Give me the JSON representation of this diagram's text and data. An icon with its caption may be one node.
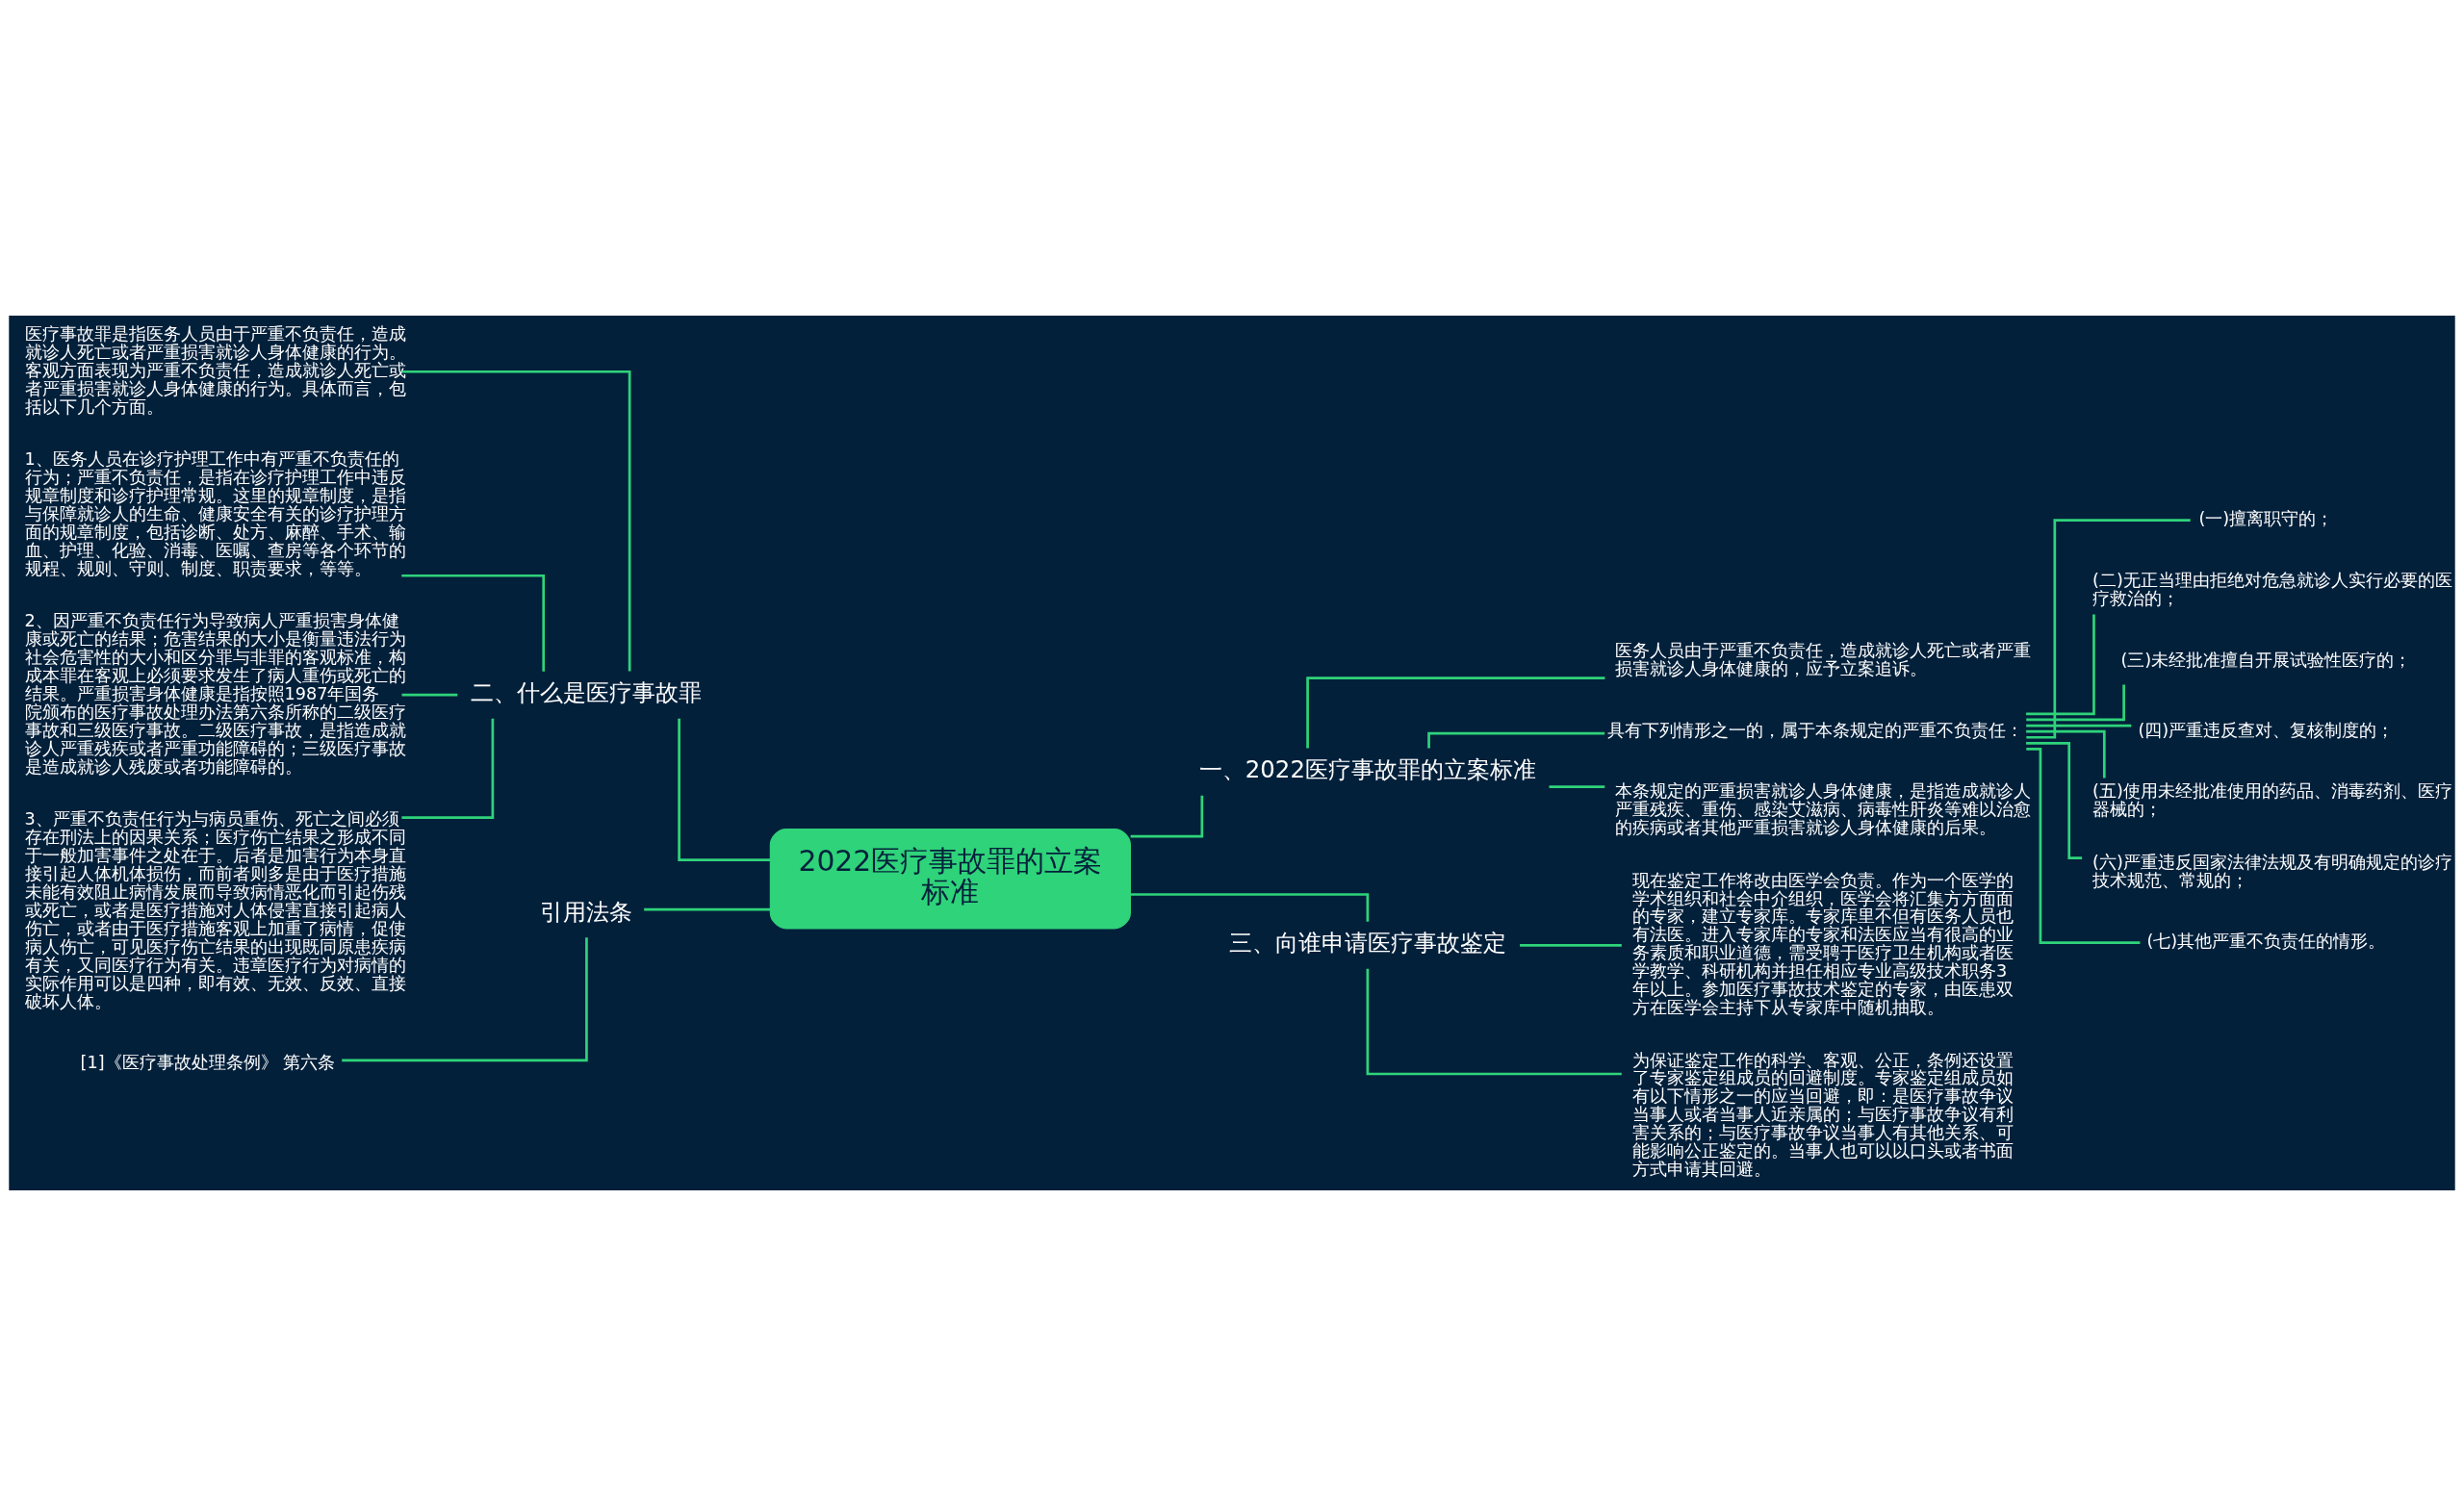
{
  "diagram": {
    "nodes": [
      {
        "text": [
          "2022医疗事故罪的立案标准"
        ]
      },
      {
        "text": [
          "一、2022医疗事故罪的立案标准"
        ]
      },
      {
        "text": [
          "医务人员由于严重不负责任，造成就诊人死亡或者严重损害就诊人身体健康的，应予立案追诉。"
        ]
      },
      {
        "text": [
          "具有下列情形之一的，属于本条规定的严重不负责任："
        ]
      },
      {
        "text": [
          "(一)擅离职守的；"
        ]
      },
      {
        "text": [
          "(二)无正当理由拒绝对危急就诊人实行必要的医疗救治的；"
        ]
      },
      {
        "text": [
          "(三)未经批准擅自开展试验性医疗的；"
        ]
      },
      {
        "text": [
          "(四)严重违反查对、复核制度的；"
        ]
      },
      {
        "text": [
          "(五)使用未经批准使用的药品、消毒药剂、医疗器械的；"
        ]
      },
      {
        "text": [
          "(六)严重违反国家法律法规及有明确规定的诊疗技术规范、常规的；"
        ]
      },
      {
        "text": [
          "(七)其他严重不负责任的情形。"
        ]
      },
      {
        "text": [
          "本条规定的严重损害就诊人身体健康，是指造成就诊人严重残疾、重伤、感染艾滋病、病毒性肝炎等难以治愈的疾病或者其他严重损害就诊人身体健康的后果。"
        ]
      },
      {
        "text": [
          "三、向谁申请医疗事故鉴定"
        ]
      },
      {
        "text": [
          "现在鉴定工作将改由医学会负责。作为一个医学的学术组织和社会中介组织，医学会将汇集方方面面的专家，建立专家库。专家库里不但有医务人员也有法医。进入专家库的专家和法医应当有很高的业务素质和职业道德，需受聘于医疗卫生机构或者医学教学、科研机构并担任相应专业高级技术职务3年以上。参加医疗事故技术鉴定的专家，由医患双方在医学会主持下从专家库中随机抽取。"
        ]
      },
      {
        "text": [
          "为保证鉴定工作的科学、客观、公正，条例还设置了专家鉴定组成员的回避制度。专家鉴定组成员如有以下情形之一的应当回避，即：是医疗事故争议当事人或者当事人近亲属的；与医疗事故争议有利害关系的；与医疗事故争议当事人有其他关系、可能影响公正鉴定的。当事人也可以以口头或者书面方式申请其回避。"
        ]
      },
      {
        "text": [
          "二、什么是医疗事故罪"
        ]
      },
      {
        "text": [
          "医疗事故罪是指医务人员由于严重不负责任，造成就诊人死亡或者严重损害就诊人身体健康的行为。客观方面表现为严重不负责任，造成就诊人死亡或者严重损害就诊人身体健康的行为。具体而言，包括以下几个方面。"
        ]
      },
      {
        "text": [
          "1、医务人员在诊疗护理工作中有严重不负责任的行为；严重不负责任，是指在诊疗护理工作中违反规章制度和诊疗护理常规。这里的规章制度，是指与保障就诊人的生命、健康安全有关的诊疗护理方面的规章制度，包括诊断、处方、麻醉、手术、输血、护理、化验、消毒、医嘱、查房等各个环节的规程、规则、守则、制度、职责要求，等等。"
        ]
      },
      {
        "text": [
          "2、因严重不负责任行为导致病人严重损害身体健康或死亡的结果；危害结果的大小是衡量违法行为社会危害性的大小和区分罪与非罪的客观标准，构成本罪在客观上必须要求发生了病人重伤或死亡的结果。严重损害身体健康是指按照1987年国务院颁布的医疗事故处理办法第六条所称的二级医疗事故和三级医疗事故。二级医疗事故，是指造成就诊人严重残疾或者严重功能障碍的；三级医疗事故是造成就诊人残废或者功能障碍的。"
        ]
      },
      {
        "text": [
          "3、严重不负责任行为与病员重伤、死亡之间必须存在刑法上的因果关系；医疗伤亡结果之形成不同于一般加害事件之处在于。后者是加害行为本身直接引起人体机体损伤，而前者则多是由于医疗措施未能有效阻止病情发展而导致病情恶化而引起伤残或死亡，或者是医疗措施对人体侵害直接引起病人伤亡，或者由于医疗措施客观上加重了病情，促使病人伤亡，可见医疗伤亡结果的出现既同原患疾病有关，又同医疗行为有关。违章医疗行为对病情的实际作用可以是四种，即有效、无效、反效、直接破坏人体。"
        ]
      },
      {
        "text": [
          "引用法条"
        ]
      },
      {
        "text": [
          "[1]《医疗事故处理条例》 第六条"
        ]
      }
    ],
    "edges": [
      {
        "from": 0,
        "to": 1,
        "arrow": "none"
      },
      {
        "from": 1,
        "to": 2,
        "arrow": "none"
      },
      {
        "from": 1,
        "to": 3,
        "arrow": "none"
      },
      {
        "from": 3,
        "to": 4,
        "arrow": "none"
      },
      {
        "from": 3,
        "to": 5,
        "arrow": "none"
      },
      {
        "from": 3,
        "to": 6,
        "arrow": "none"
      },
      {
        "from": 3,
        "to": 7,
        "arrow": "none"
      },
      {
        "from": 3,
        "to": 8,
        "arrow": "none"
      },
      {
        "from": 3,
        "to": 9,
        "arrow": "none"
      },
      {
        "from": 3,
        "to": 10,
        "arrow": "none"
      },
      {
        "from": 1,
        "to": 11,
        "arrow": "none"
      },
      {
        "from": 0,
        "to": 12,
        "arrow": "none"
      },
      {
        "from": 12,
        "to": 13,
        "arrow": "none"
      },
      {
        "from": 12,
        "to": 14,
        "arrow": "none"
      },
      {
        "from": 0,
        "to": 15,
        "arrow": "none"
      },
      {
        "from": 15,
        "to": 16,
        "arrow": "none"
      },
      {
        "from": 15,
        "to": 17,
        "arrow": "none"
      },
      {
        "from": 15,
        "to": 18,
        "arrow": "none"
      },
      {
        "from": 15,
        "to": 19,
        "arrow": "none"
      },
      {
        "from": 0,
        "to": 20,
        "arrow": "none"
      },
      {
        "from": 20,
        "to": 21,
        "arrow": "none"
      }
    ]
  }
}
